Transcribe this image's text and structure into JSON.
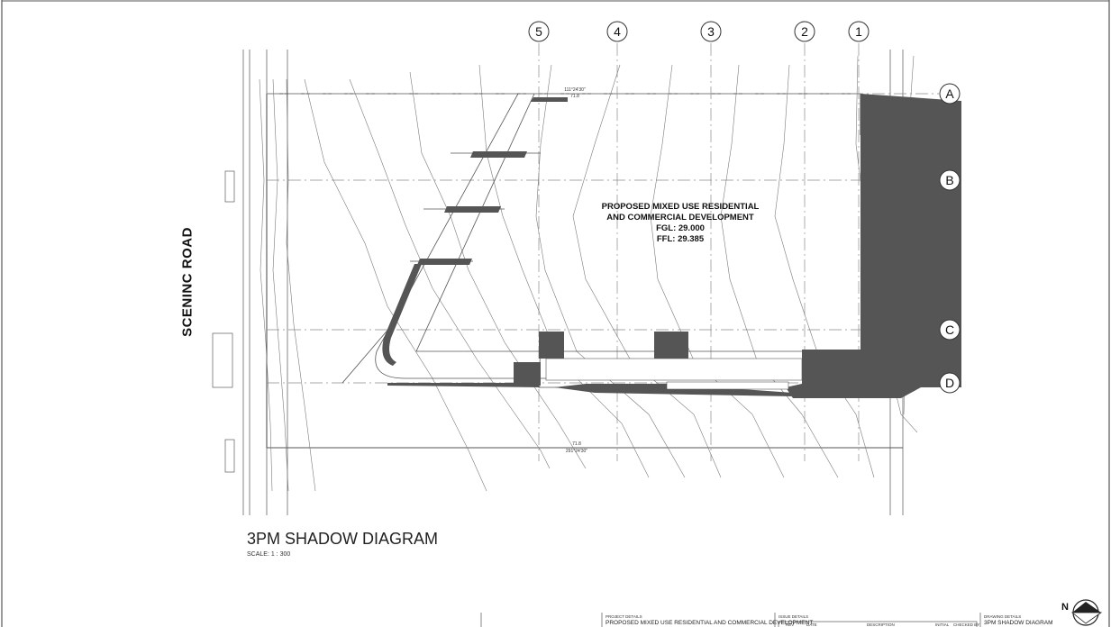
{
  "grid": {
    "columns": [
      "5",
      "4",
      "3",
      "2",
      "1"
    ],
    "rows": [
      "A",
      "B",
      "C",
      "D"
    ]
  },
  "road_label": "SCENINC ROAD",
  "development": {
    "line1": "PROPOSED MIXED USE RESIDENTIAL",
    "line2": "AND COMMERCIAL DEVELOPMENT",
    "fgl": "FGL: 29.000",
    "ffl": "FFL: 29.385"
  },
  "diagram_title": "3PM SHADOW DIAGRAM",
  "scale": "SCALE: 1 : 300",
  "boundary": {
    "top_bearing": "111°24'30\"",
    "top_length": "71.8",
    "bottom_length": "71.8",
    "bottom_bearing": "291°24'30\""
  },
  "title_block": {
    "project_details_header": "PROJECT DETAILS",
    "project_name": "PROPOSED MIXED USE RESIDENTIAL AND COMMERCIAL DEVELOPMENT",
    "issue_details_header": "ISSUE DETAILS",
    "rev": "REV",
    "date": "DATE",
    "description": "DESCRIPTION",
    "initial": "INITIAL",
    "checked": "CHECKED BY",
    "drawing_details_header": "DRAWING DETAILS",
    "drawing_name": "3PM SHADOW DIAGRAM"
  },
  "north_label": "N",
  "colors": {
    "shadow": "#555555",
    "line": "#777777",
    "grid": "#8a8a8a"
  }
}
